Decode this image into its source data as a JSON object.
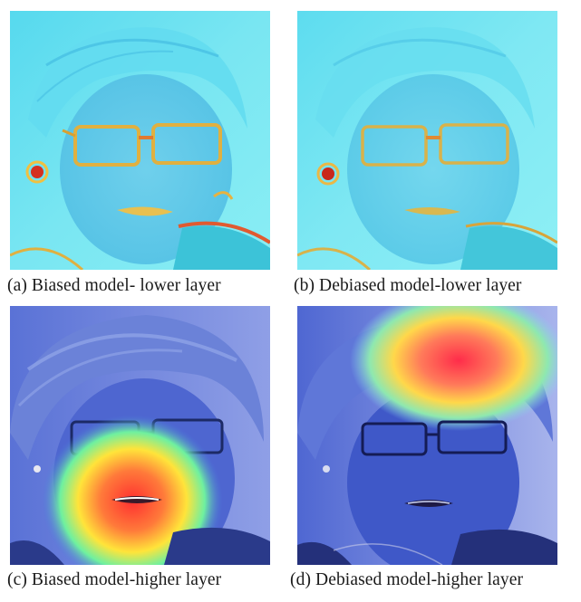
{
  "figure": {
    "panels": [
      {
        "id": "a",
        "caption": "(a) Biased model- lower layer",
        "map_level": "lower",
        "highlight_region": "eyeglasses and mouth edges"
      },
      {
        "id": "b",
        "caption": "(b) Debiased model-lower layer",
        "map_level": "lower",
        "highlight_region": "eyeglasses and mouth edges"
      },
      {
        "id": "c",
        "caption": "(c) Biased model-higher layer",
        "map_level": "higher",
        "highlight_region": "mouth and chin"
      },
      {
        "id": "d",
        "caption": "(d) Debiased model-higher layer",
        "map_level": "higher",
        "highlight_region": "hair on top of head"
      }
    ],
    "colors": {
      "lower_layer_base": "#6fe3f0",
      "higher_layer_base": "#4a63d8",
      "hot": "#ff2a2a",
      "warm": "#ffe23a"
    }
  }
}
